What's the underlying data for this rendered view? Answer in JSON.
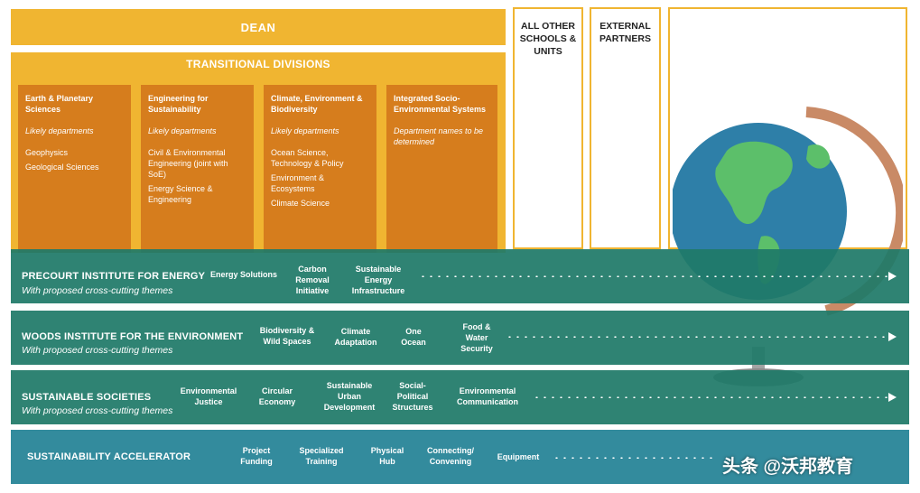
{
  "dean": "DEAN",
  "transitional": {
    "title": "TRANSITIONAL DIVISIONS",
    "divisions": [
      {
        "title": "Earth & Planetary Sciences",
        "label": "Likely departments",
        "departments": [
          "Geophysics",
          "Geological Sciences"
        ]
      },
      {
        "title": "Engineering for Sustainability",
        "label": "Likely departments",
        "departments": [
          "Civil & Environmental Engineering (joint with SoE)",
          "Energy Science & Engineering"
        ]
      },
      {
        "title": "Climate, Environment & Biodiversity",
        "label": "Likely departments",
        "departments": [
          "Ocean Science, Technology & Policy",
          "Environment & Ecosystems",
          "Climate Science"
        ]
      },
      {
        "title": "Integrated Socio-Environmental Systems",
        "label": "Department names to be determined",
        "departments": []
      }
    ]
  },
  "other_schools": "ALL OTHER SCHOOLS & UNITS",
  "external_partners": "EXTERNAL PARTNERS",
  "bands": [
    {
      "title": "PRECOURT INSTITUTE FOR ENERGY",
      "subtitle": "With proposed cross-cutting themes",
      "themes": [
        "Energy Solutions",
        "Carbon Removal Initiative",
        "Sustainable Energy Infrastructure"
      ]
    },
    {
      "title": "WOODS INSTITUTE FOR THE ENVIRONMENT",
      "subtitle": "With proposed cross-cutting themes",
      "themes": [
        "Biodiversity & Wild Spaces",
        "Climate Adaptation",
        "One Ocean",
        "Food & Water Security"
      ]
    },
    {
      "title": "SUSTAINABLE SOCIETIES",
      "subtitle": "With proposed cross-cutting themes",
      "themes": [
        "Environmental Justice",
        "Circular Economy",
        "Sustainable Urban Development",
        "Social-Political Structures",
        "Environmental Communication"
      ]
    },
    {
      "title": "SUSTAINABILITY ACCELERATOR",
      "subtitle": "",
      "themes": [
        "Project Funding",
        "Specialized Training",
        "Physical Hub",
        "Connecting/ Convening",
        "Equipment"
      ]
    }
  ],
  "watermark": "头条 @沃邦教育",
  "colors": {
    "gold": "#f0b531",
    "orange": "#d67d1d",
    "green_band": "#1f7a68",
    "teal_band": "#288598",
    "globe_ocean": "#2e7fa8",
    "globe_land": "#5cbf6a",
    "globe_arc": "#c98a66"
  }
}
